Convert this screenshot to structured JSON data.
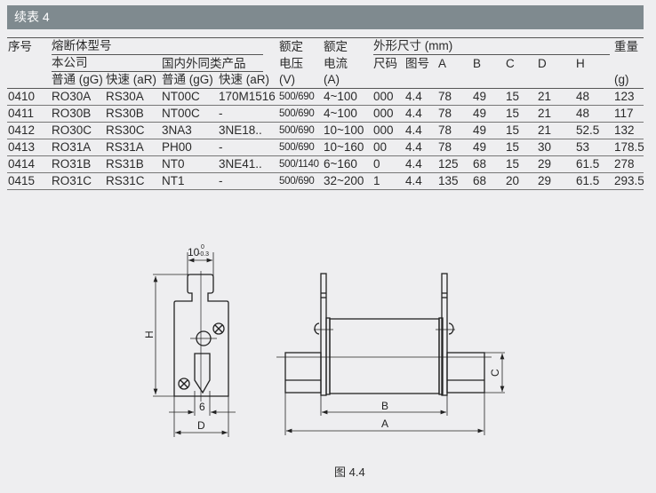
{
  "title": "续表 4",
  "table": {
    "header": {
      "seq": "序号",
      "model": "熔断体型号",
      "company": "本公司",
      "domestic": "国内外同类产品",
      "normal": "普通 (gG)",
      "fast": "快速 (aR)",
      "rated1": "额定",
      "rated2": "额定",
      "voltage": "电压",
      "current": "电流",
      "voltage_unit": "(V)",
      "current_unit": "(A)",
      "dims": "外形尺寸 (mm)",
      "size": "尺码",
      "fig": "图号",
      "a": "A",
      "b": "B",
      "c": "C",
      "d": "D",
      "h": "H",
      "weight": "重量",
      "weight_unit": "(g)"
    },
    "rows": [
      [
        "0410",
        "RO30A",
        "RS30A",
        "NT00C",
        "170M1516",
        "500/690",
        "4~100",
        "000",
        "4.4",
        "78",
        "49",
        "15",
        "21",
        "48",
        "123"
      ],
      [
        "0411",
        "RO30B",
        "RS30B",
        "NT00C",
        "-",
        "500/690",
        "4~100",
        "000",
        "4.4",
        "78",
        "49",
        "15",
        "21",
        "48",
        "117"
      ],
      [
        "0412",
        "RO30C",
        "RS30C",
        "3NA3",
        "3NE18..",
        "500/690",
        "10~100",
        "000",
        "4.4",
        "78",
        "49",
        "15",
        "21",
        "52.5",
        "132"
      ],
      [
        "0413",
        "RO31A",
        "RS31A",
        "PH00",
        "-",
        "500/690",
        "10~160",
        "00",
        "4.4",
        "78",
        "49",
        "15",
        "30",
        "53",
        "178.5"
      ],
      [
        "0414",
        "RO31B",
        "RS31B",
        "NT0",
        "3NE41..",
        "500/1140",
        "6~160",
        "0",
        "4.4",
        "125",
        "68",
        "15",
        "29",
        "61.5",
        "278"
      ],
      [
        "0415",
        "RO31C",
        "RS31C",
        "NT1",
        "-",
        "500/690",
        "32~200",
        "1",
        "4.4",
        "135",
        "68",
        "20",
        "29",
        "61.5",
        "293.5"
      ]
    ]
  },
  "drawing": {
    "tol_main": "10",
    "tol_upper": "0",
    "tol_lower": "-0.3",
    "label_h": "H",
    "label_6": "6",
    "label_d": "D",
    "label_a": "A",
    "label_b": "B",
    "label_c": "C"
  },
  "caption": "图 4.4"
}
